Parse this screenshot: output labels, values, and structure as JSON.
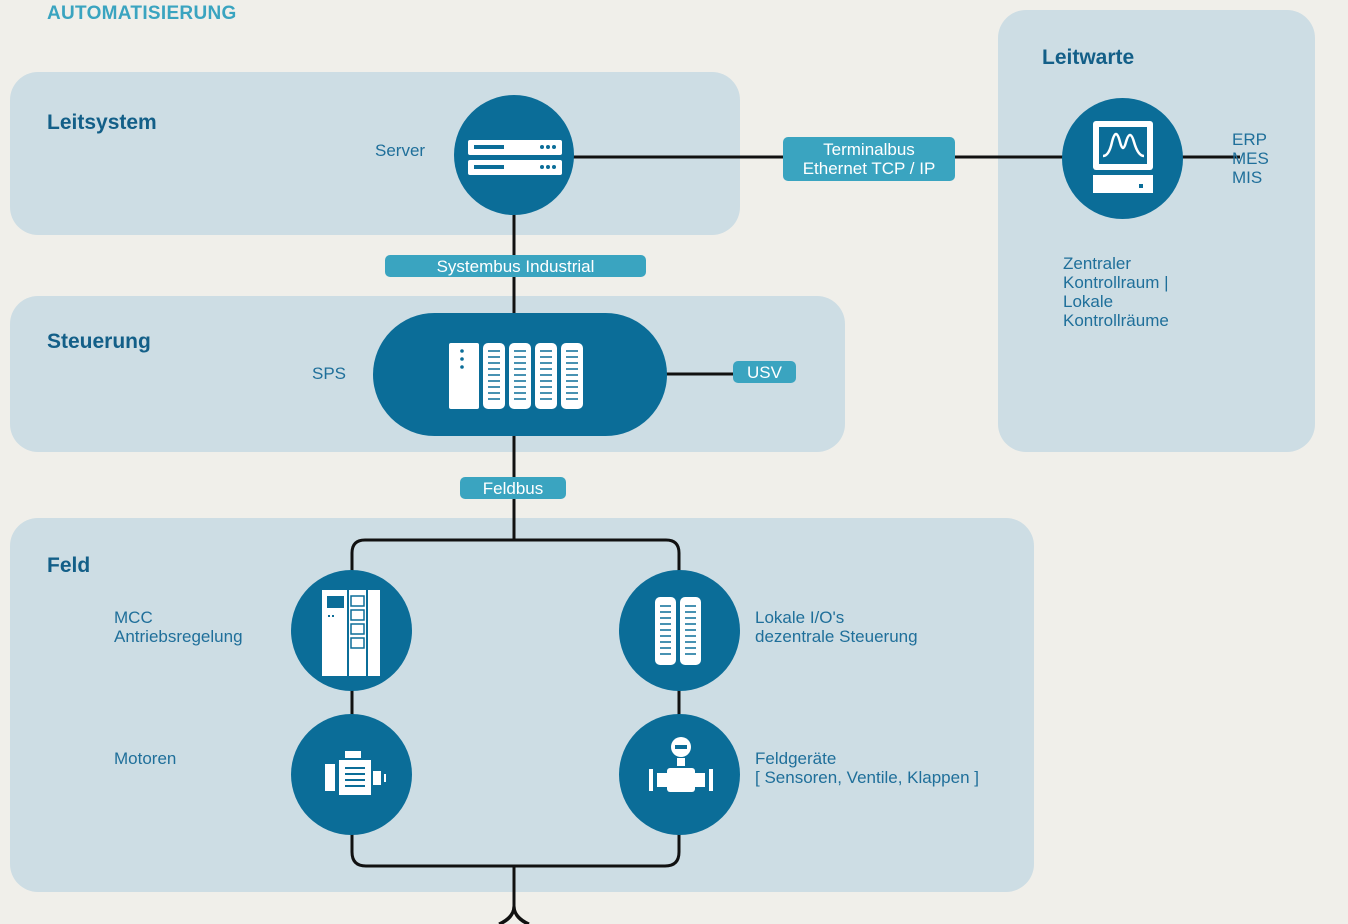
{
  "header": {
    "title": "AUTOMATISIERUNG"
  },
  "sections": {
    "leitsystem": "Leitsystem",
    "steuerung": "Steuerung",
    "feld": "Feld",
    "leitwarte": "Leitwarte"
  },
  "nodes": {
    "server": "Server",
    "sps": "SPS",
    "erp_mes_mis": "ERP\nMES\nMIS",
    "kontrollraum": "Zentraler\nKontrollraum |\nLokale\nKontrollräume",
    "mcc": "MCC\nAntriebsregelung",
    "motoren": "Motoren",
    "lokale_io": "Lokale I/O's\ndezentrale Steuerung",
    "feldgeraete": "Feldgeräte\n[ Sensoren, Ventile, Klappen ]"
  },
  "buses": {
    "terminalbus": "Terminalbus\nEthernet TCP / IP",
    "systembus": "Systembus Industrial",
    "usv": "USV",
    "feldbus": "Feldbus"
  },
  "icons": {
    "server": "server-rack-icon",
    "monitor": "monitor-waveform-icon",
    "sps": "plc-module-icon",
    "mcc": "control-cabinet-icon",
    "lokale_io": "io-module-icon",
    "motor": "motor-icon",
    "feldgeraet": "valve-sensor-icon"
  },
  "colors": {
    "background": "#f0efea",
    "panel": "#cddde4",
    "node": "#0b6d98",
    "bus": "#3aa4c0",
    "text": "#1f6f9a",
    "line": "#0f0f0f"
  }
}
